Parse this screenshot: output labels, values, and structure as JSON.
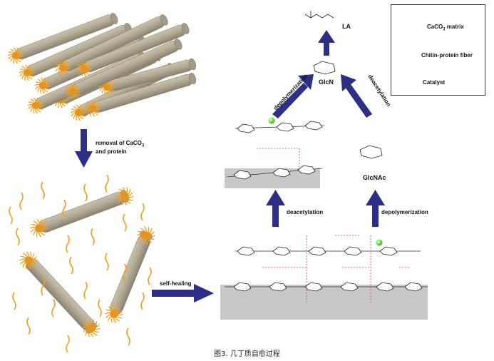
{
  "legend": {
    "items": [
      {
        "label": "CaCO",
        "sub": "3",
        "tail": " matrix"
      },
      {
        "label": "Chitin-protein fiber"
      },
      {
        "label": "Catalyst"
      }
    ]
  },
  "steps": {
    "removal_line1": "removal of CaCO",
    "removal_sub": "3",
    "removal_line2": "and protein",
    "self_healing": "self-healing",
    "deacetylation_left": "deacetylation",
    "depolymerization_right": "depolymerization",
    "depolymerization_upper": "depolymerization",
    "deacetylation_upper": "deacetylation"
  },
  "molecules": {
    "la": "LA",
    "glcn": "GlcN",
    "glcnac": "GlcNAc"
  },
  "caption": "图3. 几丁质自愈过程",
  "colors": {
    "rod": "#b3aa96",
    "rod_dark": "#8e8672",
    "fiber": "#f0a020",
    "arrow": "#2c2f85",
    "matrix_gray": "#c8c8c8",
    "catalyst": "#7ee05a"
  }
}
